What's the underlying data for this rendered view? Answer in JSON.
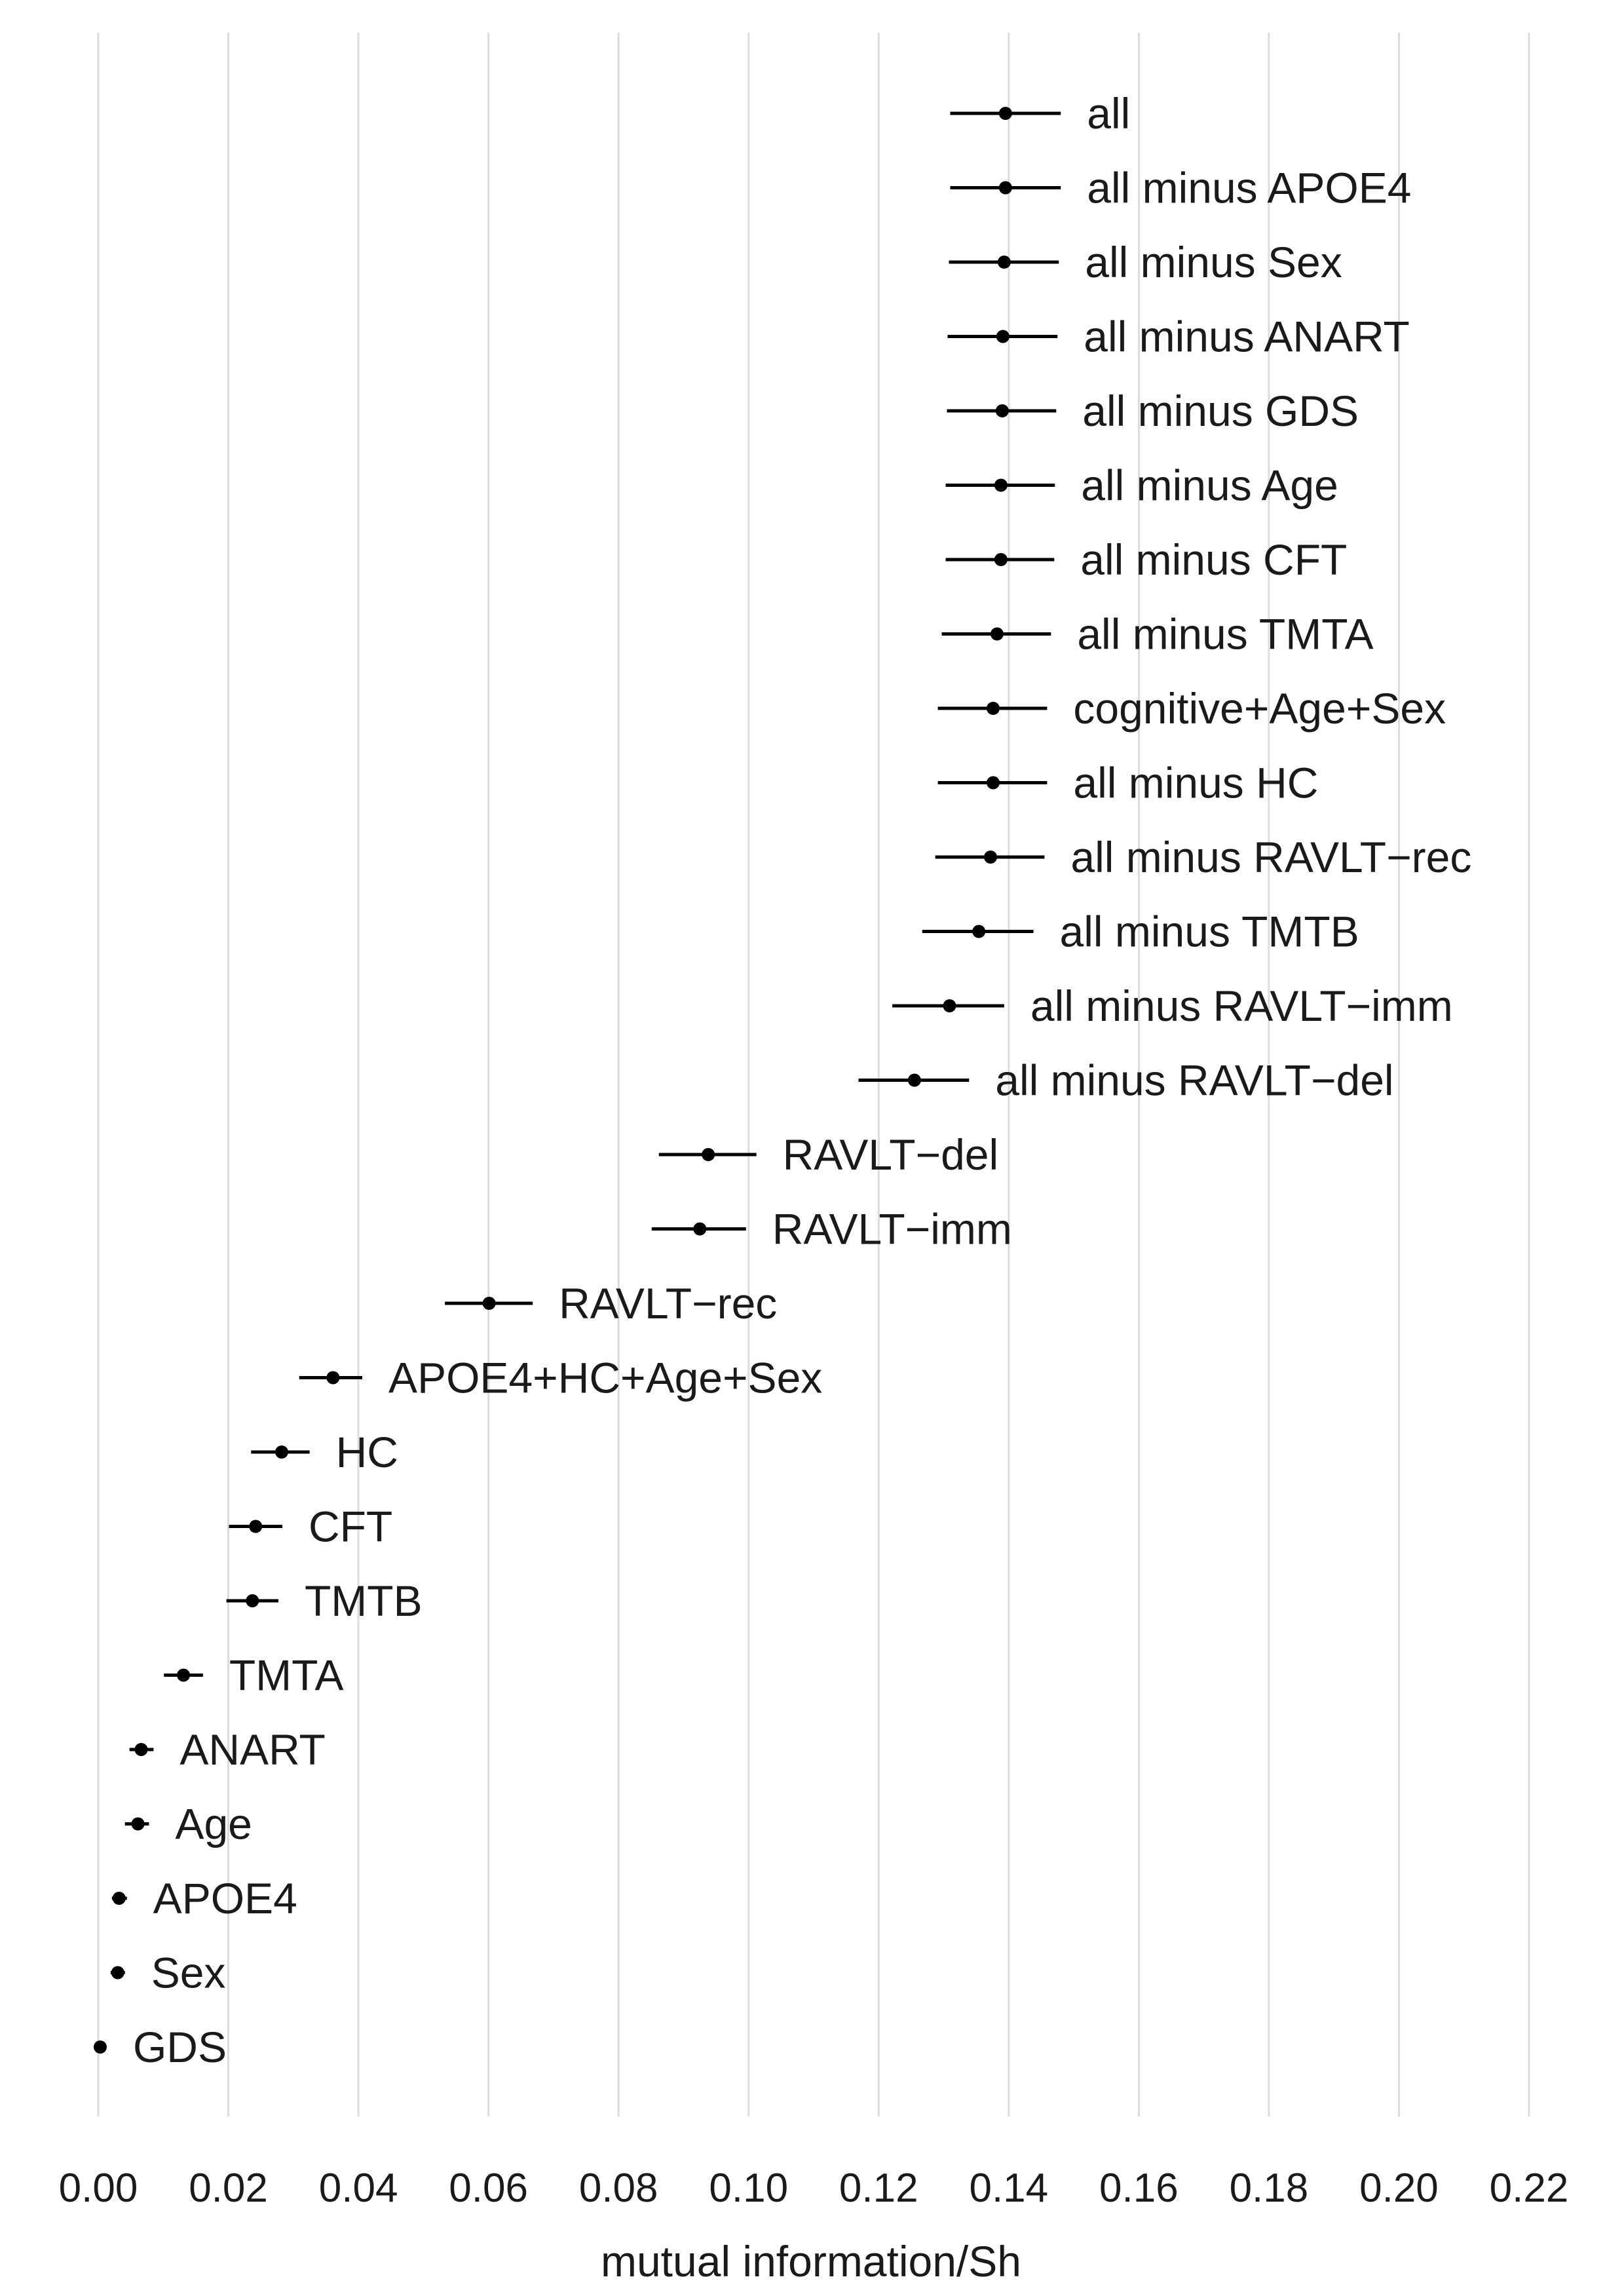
{
  "chart_data": {
    "type": "scatter",
    "subtype": "dot-with-error-bars",
    "title": "",
    "xlabel": "mutual information/Sh",
    "ylabel": "",
    "xlim": [
      0.0,
      0.22
    ],
    "x_ticks": [
      0.0,
      0.02,
      0.04,
      0.06,
      0.08,
      0.1,
      0.12,
      0.14,
      0.16,
      0.18,
      0.2,
      0.22
    ],
    "x_tick_labels": [
      "0.00",
      "0.02",
      "0.04",
      "0.06",
      "0.08",
      "0.10",
      "0.12",
      "0.14",
      "0.16",
      "0.18",
      "0.20",
      "0.22"
    ],
    "grid": "vertical major gridlines",
    "legend": "none",
    "colors": {
      "gridline": "#dcdcdc",
      "marks": "#000000",
      "text": "#1a1a1a"
    },
    "points": [
      {
        "label": "all",
        "value": 0.1395,
        "low": 0.131,
        "high": 0.148
      },
      {
        "label": "all minus APOE4",
        "value": 0.1395,
        "low": 0.131,
        "high": 0.148
      },
      {
        "label": "all minus Sex",
        "value": 0.1393,
        "low": 0.1308,
        "high": 0.1477
      },
      {
        "label": "all minus ANART",
        "value": 0.1391,
        "low": 0.1306,
        "high": 0.1475
      },
      {
        "label": "all minus GDS",
        "value": 0.139,
        "low": 0.1305,
        "high": 0.1473
      },
      {
        "label": "all minus Age",
        "value": 0.1388,
        "low": 0.1303,
        "high": 0.1471
      },
      {
        "label": "all minus CFT",
        "value": 0.1388,
        "low": 0.1303,
        "high": 0.147
      },
      {
        "label": "all minus TMTA",
        "value": 0.1382,
        "low": 0.1297,
        "high": 0.1465
      },
      {
        "label": "cognitive+Age+Sex",
        "value": 0.1376,
        "low": 0.1291,
        "high": 0.1459
      },
      {
        "label": "all minus HC",
        "value": 0.1376,
        "low": 0.1291,
        "high": 0.1459
      },
      {
        "label": "all minus RAVLT−rec",
        "value": 0.1372,
        "low": 0.1287,
        "high": 0.1455
      },
      {
        "label": "all minus TMTB",
        "value": 0.1354,
        "low": 0.1267,
        "high": 0.1438
      },
      {
        "label": "all minus RAVLT−imm",
        "value": 0.1309,
        "low": 0.1221,
        "high": 0.1393
      },
      {
        "label": "all minus RAVLT−del",
        "value": 0.1255,
        "low": 0.1169,
        "high": 0.1339
      },
      {
        "label": "RAVLT−del",
        "value": 0.0938,
        "low": 0.0862,
        "high": 0.1012
      },
      {
        "label": "RAVLT−imm",
        "value": 0.0925,
        "low": 0.0851,
        "high": 0.0996
      },
      {
        "label": "RAVLT−rec",
        "value": 0.0601,
        "low": 0.0533,
        "high": 0.0668
      },
      {
        "label": "APOE4+HC+Age+Sex",
        "value": 0.0361,
        "low": 0.0309,
        "high": 0.0406
      },
      {
        "label": "HC",
        "value": 0.0282,
        "low": 0.0235,
        "high": 0.0325
      },
      {
        "label": "CFT",
        "value": 0.0242,
        "low": 0.0201,
        "high": 0.0283
      },
      {
        "label": "TMTB",
        "value": 0.0237,
        "low": 0.0197,
        "high": 0.0277
      },
      {
        "label": "TMTA",
        "value": 0.0131,
        "low": 0.0101,
        "high": 0.0161
      },
      {
        "label": "ANART",
        "value": 0.0066,
        "low": 0.0048,
        "high": 0.0085
      },
      {
        "label": "Age",
        "value": 0.0061,
        "low": 0.0041,
        "high": 0.0078
      },
      {
        "label": "APOE4",
        "value": 0.0032,
        "low": 0.0021,
        "high": 0.0044
      },
      {
        "label": "Sex",
        "value": 0.003,
        "low": 0.0019,
        "high": 0.0041
      },
      {
        "label": "GDS",
        "value": 0.0003,
        "low": 0.0,
        "high": 0.0007
      }
    ]
  }
}
